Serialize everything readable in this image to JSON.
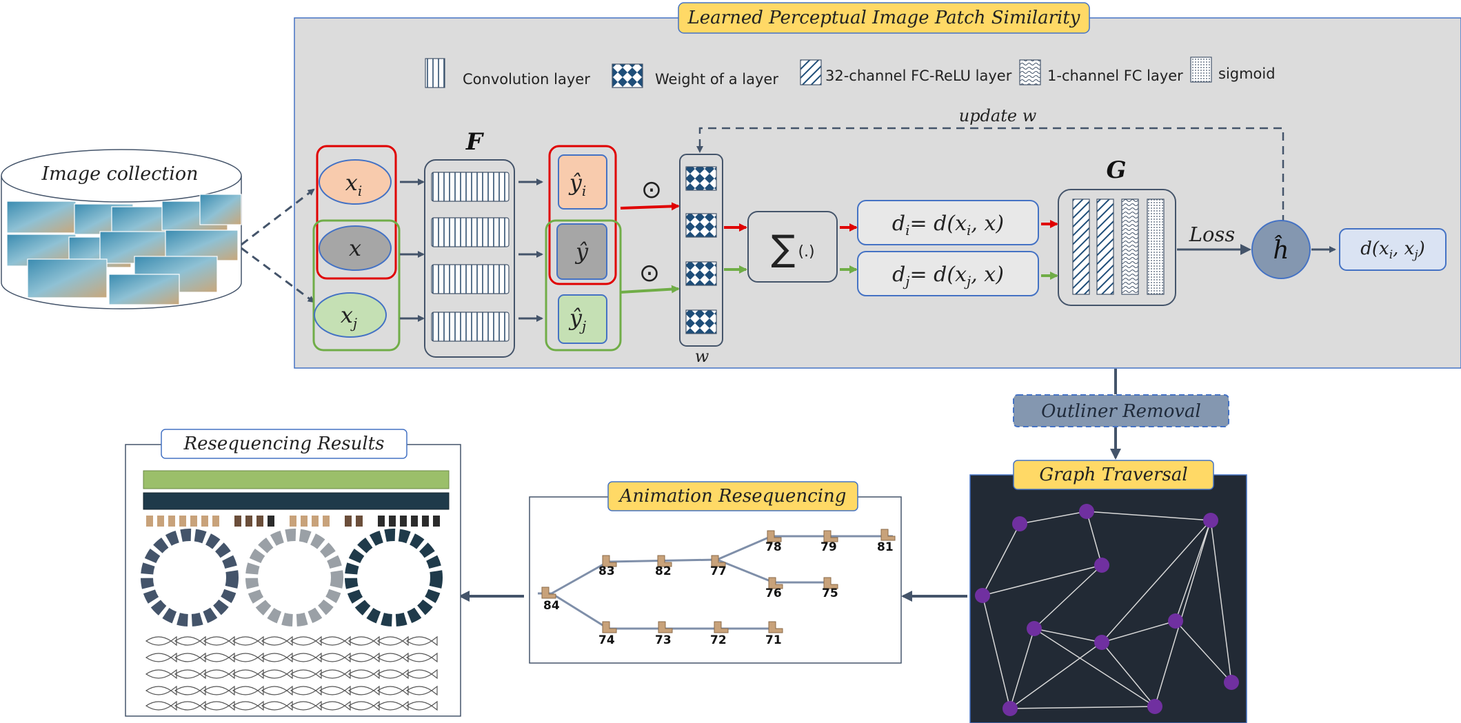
{
  "title": "Learned Perceptual Image Patch Similarity",
  "legend": [
    {
      "label": "Convolution layer",
      "icon": "vertical-stripes"
    },
    {
      "label": "Weight of a layer",
      "icon": "diamond-checker"
    },
    {
      "label": "32-channel FC-ReLU layer",
      "icon": "diagonal-hatch"
    },
    {
      "label": "1-channel FC layer",
      "icon": "wavy-lines"
    },
    {
      "label": "sigmoid",
      "icon": "dotted"
    }
  ],
  "image_collection_label": "Image collection",
  "inputs": {
    "xi": "x",
    "xi_sub": "i",
    "x": "x",
    "xj": "x",
    "xj_sub": "j"
  },
  "F_label": "F",
  "outputs": {
    "yi": "ŷ",
    "yi_sub": "i",
    "y": "ŷ",
    "yj": "ŷ",
    "yj_sub": "j"
  },
  "odot": "⊙",
  "w_label": "w",
  "update_label": "update w",
  "sum_label": "∑",
  "sum_arg": "(.)",
  "di": {
    "main": "d",
    "sub": "i",
    "rest": "= d(x",
    "sub2": "i",
    "rest2": ", x)"
  },
  "dj": {
    "main": "d",
    "sub": "j",
    "rest": "= d(x",
    "sub2": "j",
    "rest2": ", x)"
  },
  "G_label": "G",
  "loss_label": "Loss",
  "h_label": "ĥ",
  "dxx": {
    "a": "d(x",
    "s1": "i",
    "b": ", x",
    "s2": "j",
    "c": ")"
  },
  "outlier_label": "Outliner Removal",
  "graph_label": "Graph Traversal",
  "anim_label": "Animation Resequencing",
  "results_label": "Resequencing Results",
  "anim_frames": [
    "84",
    "83",
    "82",
    "77",
    "78",
    "79",
    "81",
    "76",
    "75",
    "74",
    "73",
    "72",
    "71"
  ],
  "colors": {
    "panel": "#dcdcdc",
    "blue": "#44546a",
    "node_blue": "#4472c4",
    "red": "#e00000",
    "green": "#70ad47",
    "gold": "#ffd966",
    "graph_bg": "#222a35",
    "purple": "#7030a0"
  }
}
